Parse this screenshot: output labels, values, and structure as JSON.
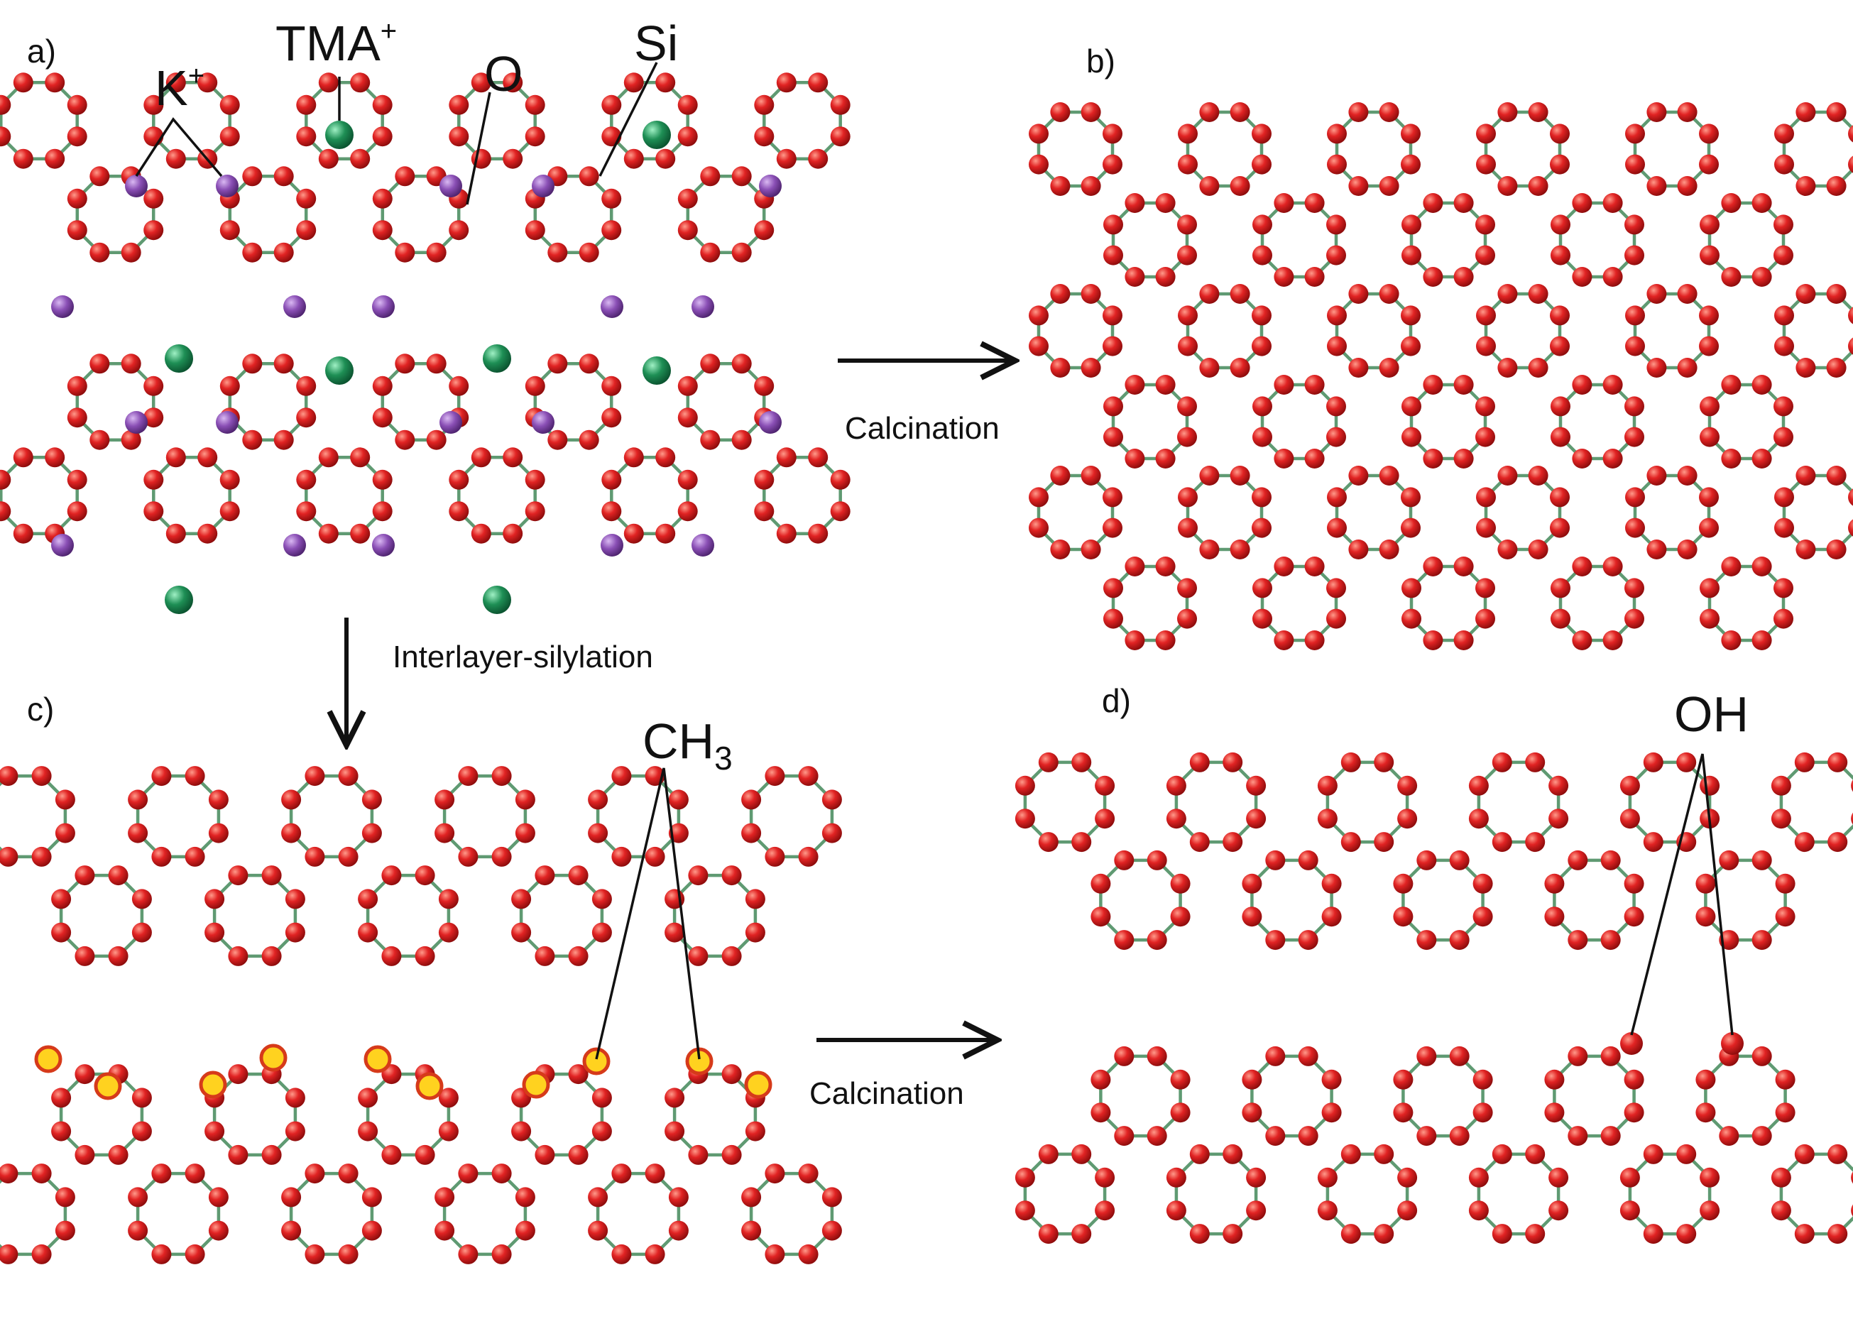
{
  "panels": {
    "a": {
      "label": "a)"
    },
    "b": {
      "label": "b)"
    },
    "c": {
      "label": "c)"
    },
    "d": {
      "label": "d)"
    }
  },
  "species": {
    "k_ion": {
      "base": "K",
      "charge": "+"
    },
    "tma_ion": {
      "base": "TMA",
      "charge": "+"
    },
    "oxygen": "O",
    "silicon": "Si",
    "methyl": {
      "base": "CH",
      "subscript": "3"
    },
    "hydroxyl": "OH"
  },
  "steps": {
    "calcination_top": "Calcination",
    "calcination_bottom": "Calcination",
    "silylation": "Interlayer-silylation"
  },
  "colors": {
    "oxygen": "#d91e1e",
    "silicon_bond": "#5f9a72",
    "potassium": "#8a4fb5",
    "tma": "#1e8f55",
    "methyl_fill": "#ffd21f",
    "methyl_ring": "#d63a1a",
    "arrow": "#111111"
  }
}
